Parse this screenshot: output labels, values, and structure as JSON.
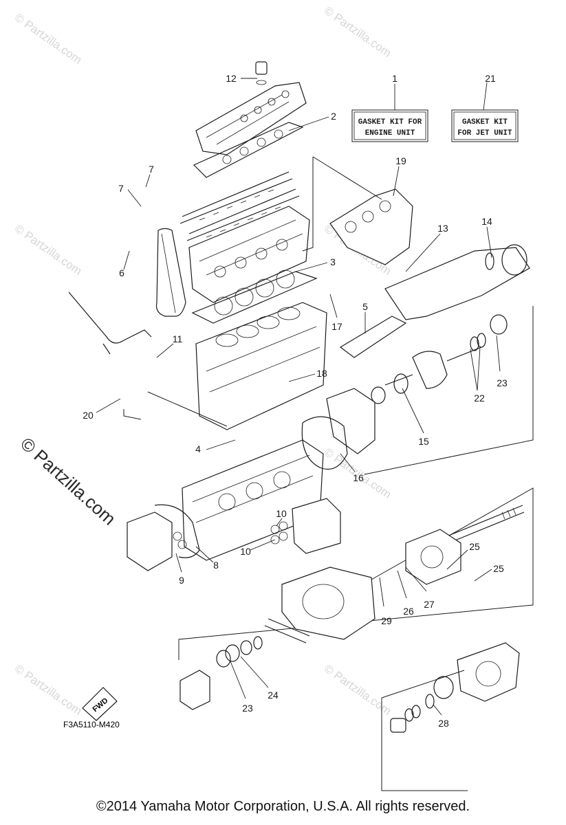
{
  "watermark": {
    "text": "© Partzilla.com",
    "text_large": "© Partzilla.com"
  },
  "kits": {
    "engine": {
      "line1": "GASKET KIT FOR",
      "line2": "ENGINE UNIT"
    },
    "jet": {
      "line1": "GASKET KIT",
      "line2": "FOR JET UNIT"
    }
  },
  "callouts": {
    "c1": "1",
    "c2": "2",
    "c3": "3",
    "c4": "4",
    "c5": "5",
    "c6": "6",
    "c7a": "7",
    "c7b": "7",
    "c8": "8",
    "c9": "9",
    "c10a": "10",
    "c10b": "10",
    "c11": "11",
    "c12": "12",
    "c13": "13",
    "c14": "14",
    "c15": "15",
    "c16": "16",
    "c17": "17",
    "c18": "18",
    "c19": "19",
    "c20": "20",
    "c21": "21",
    "c22": "22",
    "c23a": "23",
    "c23b": "23",
    "c24": "24",
    "c25a": "25",
    "c25b": "25",
    "c26": "26",
    "c27": "27",
    "c28": "28",
    "c29": "29"
  },
  "fwd_label": "FWD",
  "diagram_code": "F3A5110-M420",
  "copyright": "©2014  Yamaha Motor Corporation, U.S.A. All rights reserved."
}
